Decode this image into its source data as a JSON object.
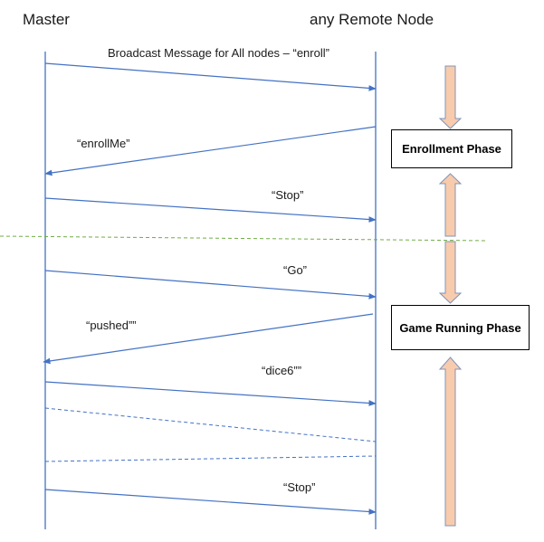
{
  "actors": {
    "master": "Master",
    "remote": "any Remote Node"
  },
  "messages": {
    "broadcast_enroll": "Broadcast Message for All nodes – “enroll”",
    "enroll_me": "“enrollMe”",
    "stop_1": "“Stop”",
    "go": "“Go”",
    "pushed": "“pushed””",
    "dice6": "“dice6””",
    "stop_2": "“Stop”"
  },
  "phases": {
    "enrollment": "Enrollment Phase",
    "game_running": "Game Running Phase"
  },
  "colors": {
    "lifeline": "#4472c4",
    "phase_divider": "#70ad47",
    "phase_arrow_fill": "#f8cbad",
    "phase_arrow_stroke": "#7f94b8"
  }
}
